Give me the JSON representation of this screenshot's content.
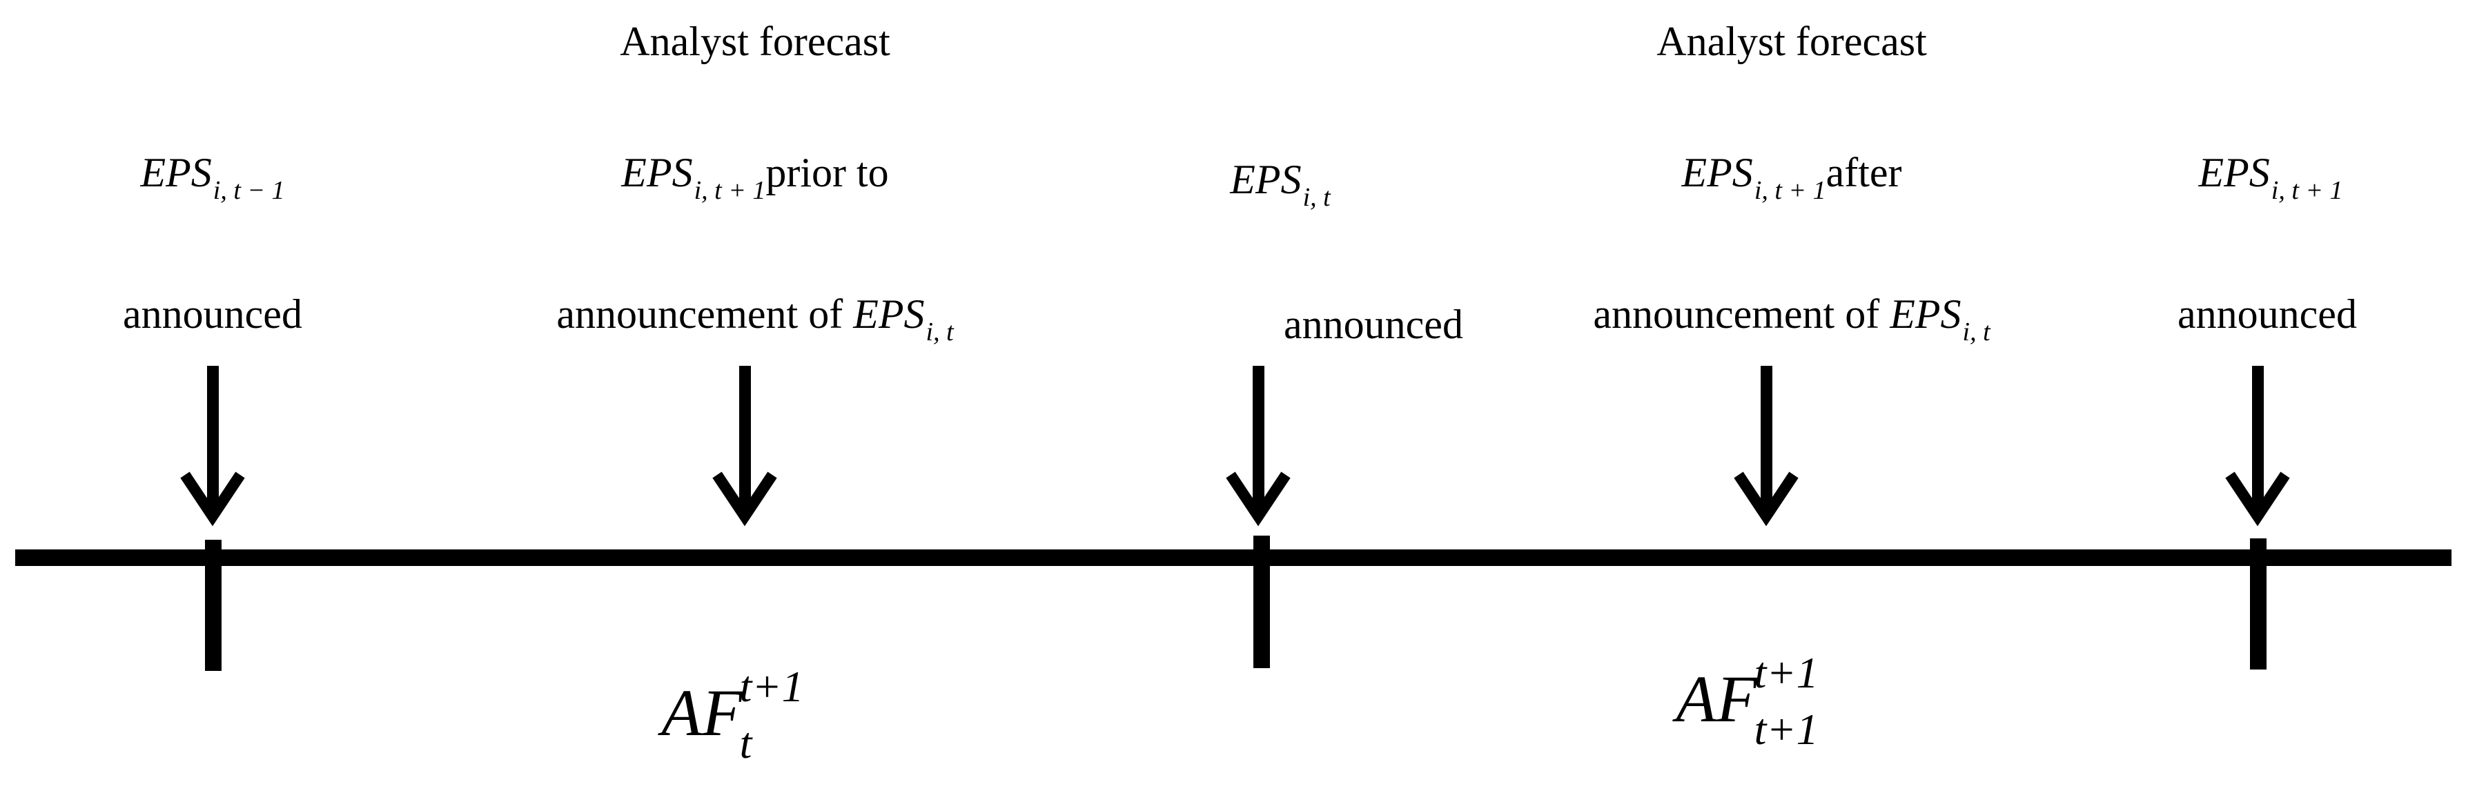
{
  "header": {
    "forecast_left": "Analyst forecast",
    "forecast_right": "Analyst forecast"
  },
  "events": [
    {
      "eps": "EPS",
      "eps_sub": "i, t − 1",
      "line2": "announced"
    },
    {
      "eps": "EPS",
      "eps_sub": "i, t + 1",
      "eps_suffix": "prior to",
      "line2_prefix": "announcement of ",
      "line2_eps": "EPS",
      "line2_sub": "i, t"
    },
    {
      "eps": "EPS",
      "eps_sub": "i, t",
      "line2": "announced"
    },
    {
      "eps": "EPS",
      "eps_sub": "i, t + 1",
      "eps_suffix": "after",
      "line2_prefix": "announcement of ",
      "line2_eps": "EPS",
      "line2_sub": "i, t"
    },
    {
      "eps": "EPS",
      "eps_sub": "i, t + 1",
      "line2": "announced"
    }
  ],
  "periods": [
    {
      "base": "AF",
      "sup": "t+1",
      "sub": "t"
    },
    {
      "base": "AF",
      "sup": "t+1",
      "sub": "t+1"
    }
  ]
}
